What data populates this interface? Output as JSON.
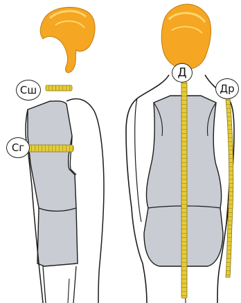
{
  "labels": {
    "neck_girth": "Сш",
    "chest_girth": "Сг",
    "back_length": "Д",
    "sleeve_length": "Др"
  },
  "colors": {
    "hair": "#f5a623",
    "hair_highlight": "#ffd66b",
    "garment": "#c9ccd3",
    "tape": "#e4cc3a",
    "tape_tick": "#8a7410",
    "outline": "#1b1b1b"
  },
  "icons": {
    "figure_side": "side-view-figure",
    "figure_back": "back-view-figure",
    "tape": "measuring-tape"
  }
}
